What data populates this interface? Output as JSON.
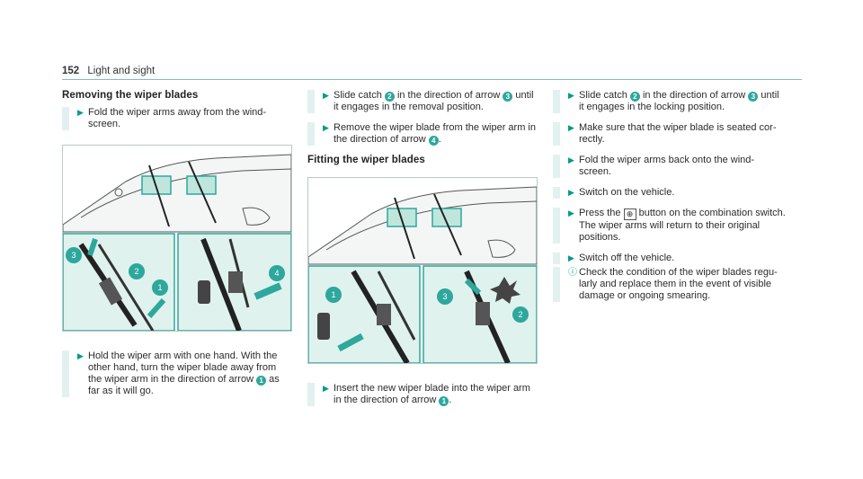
{
  "header": {
    "page_number": "152",
    "section": "Light and sight"
  },
  "removing": {
    "heading": "Removing the wiper blades",
    "step1": "Fold the wiper arms away from the wind-screen.",
    "step2": {
      "before": "Hold the wiper arm with one hand. With the other hand, turn the wiper blade away from the wiper arm in the direction of arrow",
      "num": "1",
      "after": "as far as it will go."
    },
    "figure_callouts": [
      "1",
      "2",
      "3",
      "4"
    ]
  },
  "col2": {
    "step1": {
      "a": "Slide catch",
      "n1": "2",
      "b": "in the direction of arrow",
      "n2": "3",
      "c": "until it engages in the removal position."
    },
    "step2": {
      "a": "Remove the wiper blade from the wiper arm in the direction of arrow",
      "n1": "4",
      "b": "."
    },
    "fitting_heading": "Fitting the wiper blades",
    "step3": {
      "a": "Insert the new wiper blade into the wiper arm in the direction of arrow",
      "n1": "1",
      "b": "."
    },
    "figure_callouts": [
      "1",
      "2",
      "3"
    ]
  },
  "col3": {
    "step1": {
      "a": "Slide catch",
      "n1": "2",
      "b": "in the direction of arrow",
      "n2": "3",
      "c": "until it engages in the locking position."
    },
    "step2": "Make sure that the wiper blade is seated cor-rectly.",
    "step3": "Fold the wiper arms back onto the wind-screen.",
    "step4": "Switch on the vehicle.",
    "step5": {
      "a": "Press the",
      "key": "⊕",
      "b": "button on the combination switch.",
      "c": "The wiper arms will return to their original positions."
    },
    "step6": "Switch off the vehicle.",
    "note": "Check the condition of the wiper blades regu-larly and replace them in the event of visible damage or ongoing smearing."
  },
  "colors": {
    "accent": "#009a8f",
    "panel": "#dff2ee",
    "callout": "#2ea79c"
  }
}
